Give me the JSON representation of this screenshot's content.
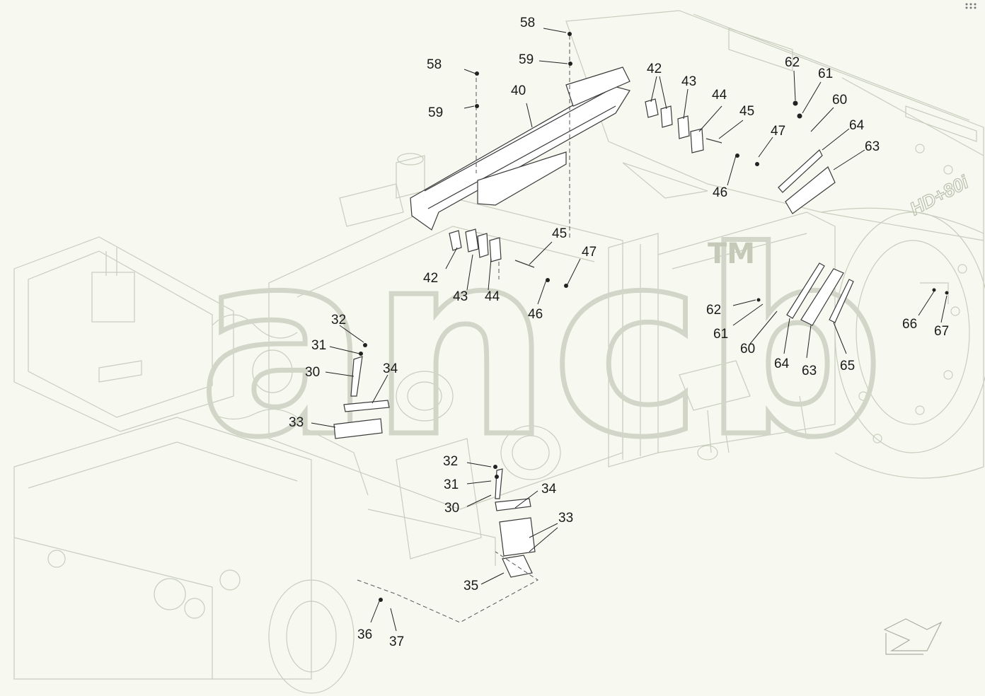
{
  "watermark": {
    "text": "ancb",
    "tm": "TM"
  },
  "model_badge": "HD+80i",
  "callouts": [
    {
      "id": "c-58a",
      "label": "58"
    },
    {
      "id": "c-59a",
      "label": "59"
    },
    {
      "id": "c-58b",
      "label": "58"
    },
    {
      "id": "c-59b",
      "label": "59"
    },
    {
      "id": "c-40",
      "label": "40"
    },
    {
      "id": "c-42a",
      "label": "42"
    },
    {
      "id": "c-43a",
      "label": "43"
    },
    {
      "id": "c-44a",
      "label": "44"
    },
    {
      "id": "c-45a",
      "label": "45"
    },
    {
      "id": "c-47a",
      "label": "47"
    },
    {
      "id": "c-46a",
      "label": "46"
    },
    {
      "id": "c-62a",
      "label": "62"
    },
    {
      "id": "c-61a",
      "label": "61"
    },
    {
      "id": "c-60a",
      "label": "60"
    },
    {
      "id": "c-64a",
      "label": "64"
    },
    {
      "id": "c-63a",
      "label": "63"
    },
    {
      "id": "c-45b",
      "label": "45"
    },
    {
      "id": "c-47b",
      "label": "47"
    },
    {
      "id": "c-42b",
      "label": "42"
    },
    {
      "id": "c-43b",
      "label": "43"
    },
    {
      "id": "c-44b",
      "label": "44"
    },
    {
      "id": "c-46b",
      "label": "46"
    },
    {
      "id": "c-62b",
      "label": "62"
    },
    {
      "id": "c-61b",
      "label": "61"
    },
    {
      "id": "c-60b",
      "label": "60"
    },
    {
      "id": "c-64b",
      "label": "64"
    },
    {
      "id": "c-63b",
      "label": "63"
    },
    {
      "id": "c-65",
      "label": "65"
    },
    {
      "id": "c-66",
      "label": "66"
    },
    {
      "id": "c-67",
      "label": "67"
    },
    {
      "id": "c-32a",
      "label": "32"
    },
    {
      "id": "c-31a",
      "label": "31"
    },
    {
      "id": "c-30a",
      "label": "30"
    },
    {
      "id": "c-34a",
      "label": "34"
    },
    {
      "id": "c-33a",
      "label": "33"
    },
    {
      "id": "c-32b",
      "label": "32"
    },
    {
      "id": "c-31b",
      "label": "31"
    },
    {
      "id": "c-30b",
      "label": "30"
    },
    {
      "id": "c-34b",
      "label": "34"
    },
    {
      "id": "c-33b",
      "label": "33"
    },
    {
      "id": "c-35",
      "label": "35"
    },
    {
      "id": "c-36",
      "label": "36"
    },
    {
      "id": "c-37",
      "label": "37"
    }
  ]
}
